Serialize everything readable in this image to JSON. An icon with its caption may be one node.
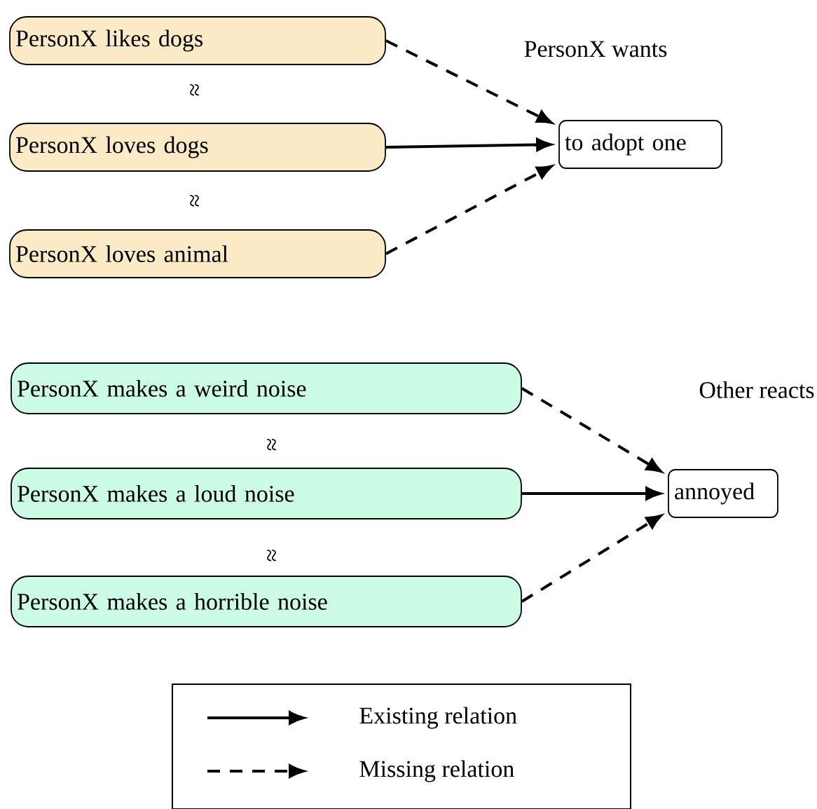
{
  "diagram": {
    "nodes": [
      {
        "text": [
          "PersonX likes dogs"
        ]
      },
      {
        "text": [
          "PersonX loves dogs"
        ]
      },
      {
        "text": [
          "PersonX loves animal"
        ]
      },
      {
        "text": [
          "to adopt one"
        ]
      },
      {
        "text": [
          "PersonX makes a weird noise"
        ]
      },
      {
        "text": [
          "PersonX makes a loud noise"
        ]
      },
      {
        "text": [
          "PersonX makes a horrible noise"
        ]
      },
      {
        "text": [
          "annoyed"
        ]
      }
    ],
    "edges": [
      {
        "from": 0,
        "to": 3,
        "arrow": "to",
        "style": "dashed"
      },
      {
        "from": 1,
        "to": 3,
        "arrow": "to"
      },
      {
        "from": 2,
        "to": 3,
        "arrow": "to",
        "style": "dashed"
      },
      {
        "from": 4,
        "to": 7,
        "arrow": "to",
        "style": "dashed"
      },
      {
        "from": 5,
        "to": 7,
        "arrow": "to"
      },
      {
        "from": 6,
        "to": 7,
        "arrow": "to",
        "style": "dashed"
      }
    ],
    "labels": [
      "PersonX wants",
      "≈",
      "≈",
      "Other reacts",
      "≈",
      "≈"
    ],
    "legend": [
      {
        "text": "Existing relation"
      },
      {
        "text": "Missing relation"
      }
    ]
  }
}
